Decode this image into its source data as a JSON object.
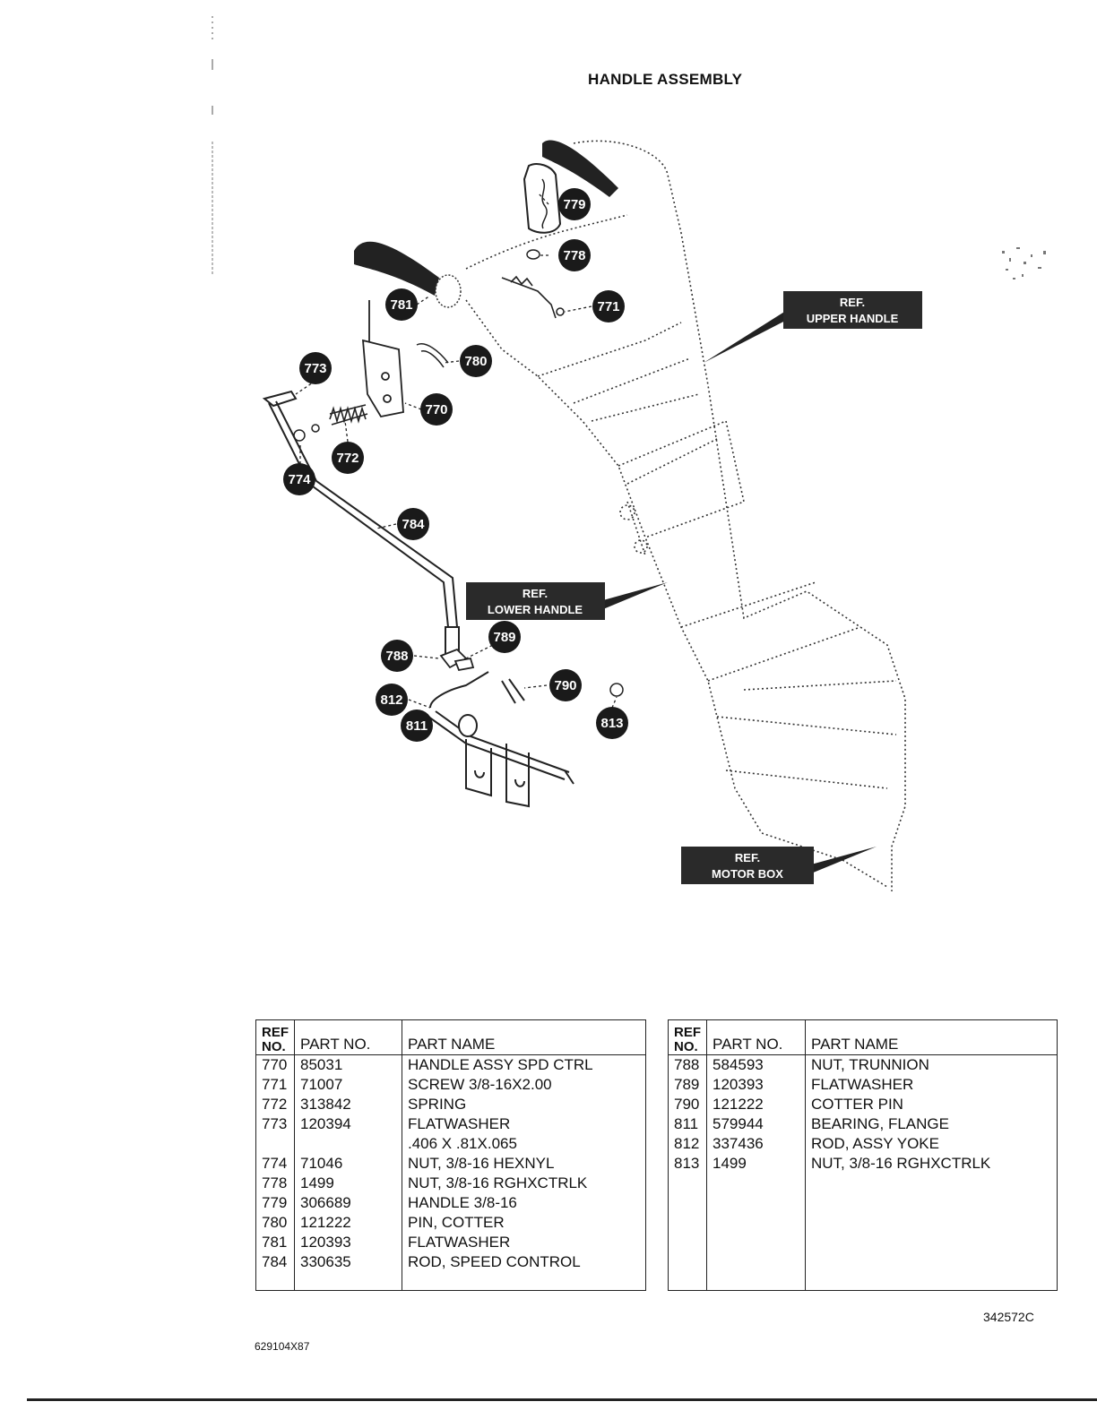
{
  "page": {
    "title": "HANDLE ASSEMBLY",
    "document_number": "342572C",
    "model_number": "629104X87"
  },
  "diagram": {
    "callouts": [
      "779",
      "778",
      "771",
      "781",
      "780",
      "773",
      "770",
      "772",
      "774",
      "784",
      "789",
      "788",
      "790",
      "812",
      "811",
      "813"
    ],
    "reference_labels": [
      {
        "line1": "REF.",
        "line2": "UPPER HANDLE"
      },
      {
        "line1": "REF.",
        "line2": "LOWER HANDLE"
      },
      {
        "line1": "REF.",
        "line2": "MOTOR BOX"
      }
    ]
  },
  "parts_table": {
    "headers": {
      "ref_line1": "REF",
      "ref_line2": "NO.",
      "part_no": "PART NO.",
      "part_name": "PART NAME"
    },
    "left": [
      {
        "ref": "770",
        "part_no": "85031",
        "name": "HANDLE ASSY SPD CTRL"
      },
      {
        "ref": "771",
        "part_no": "71007",
        "name": "SCREW 3/8-16X2.00"
      },
      {
        "ref": "772",
        "part_no": "313842",
        "name": "SPRING"
      },
      {
        "ref": "773",
        "part_no": "120394",
        "name": "FLATWASHER"
      },
      {
        "ref": "",
        "part_no": "",
        "name": ".406 X .81X.065"
      },
      {
        "ref": "774",
        "part_no": "71046",
        "name": "NUT, 3/8-16 HEXNYL"
      },
      {
        "ref": "778",
        "part_no": "1499",
        "name": "NUT, 3/8-16 RGHXCTRLK"
      },
      {
        "ref": "779",
        "part_no": "306689",
        "name": "HANDLE 3/8-16"
      },
      {
        "ref": "780",
        "part_no": "121222",
        "name": "PIN, COTTER"
      },
      {
        "ref": "781",
        "part_no": "120393",
        "name": "FLATWASHER"
      },
      {
        "ref": "784",
        "part_no": "330635",
        "name": "ROD, SPEED CONTROL"
      }
    ],
    "right": [
      {
        "ref": "788",
        "part_no": "584593",
        "name": "NUT, TRUNNION"
      },
      {
        "ref": "789",
        "part_no": "120393",
        "name": "FLATWASHER"
      },
      {
        "ref": "790",
        "part_no": "121222",
        "name": "COTTER PIN"
      },
      {
        "ref": "811",
        "part_no": "579944",
        "name": "BEARING, FLANGE"
      },
      {
        "ref": "812",
        "part_no": "337436",
        "name": "ROD, ASSY YOKE"
      },
      {
        "ref": "813",
        "part_no": "1499",
        "name": "NUT, 3/8-16 RGHXCTRLK"
      }
    ]
  }
}
